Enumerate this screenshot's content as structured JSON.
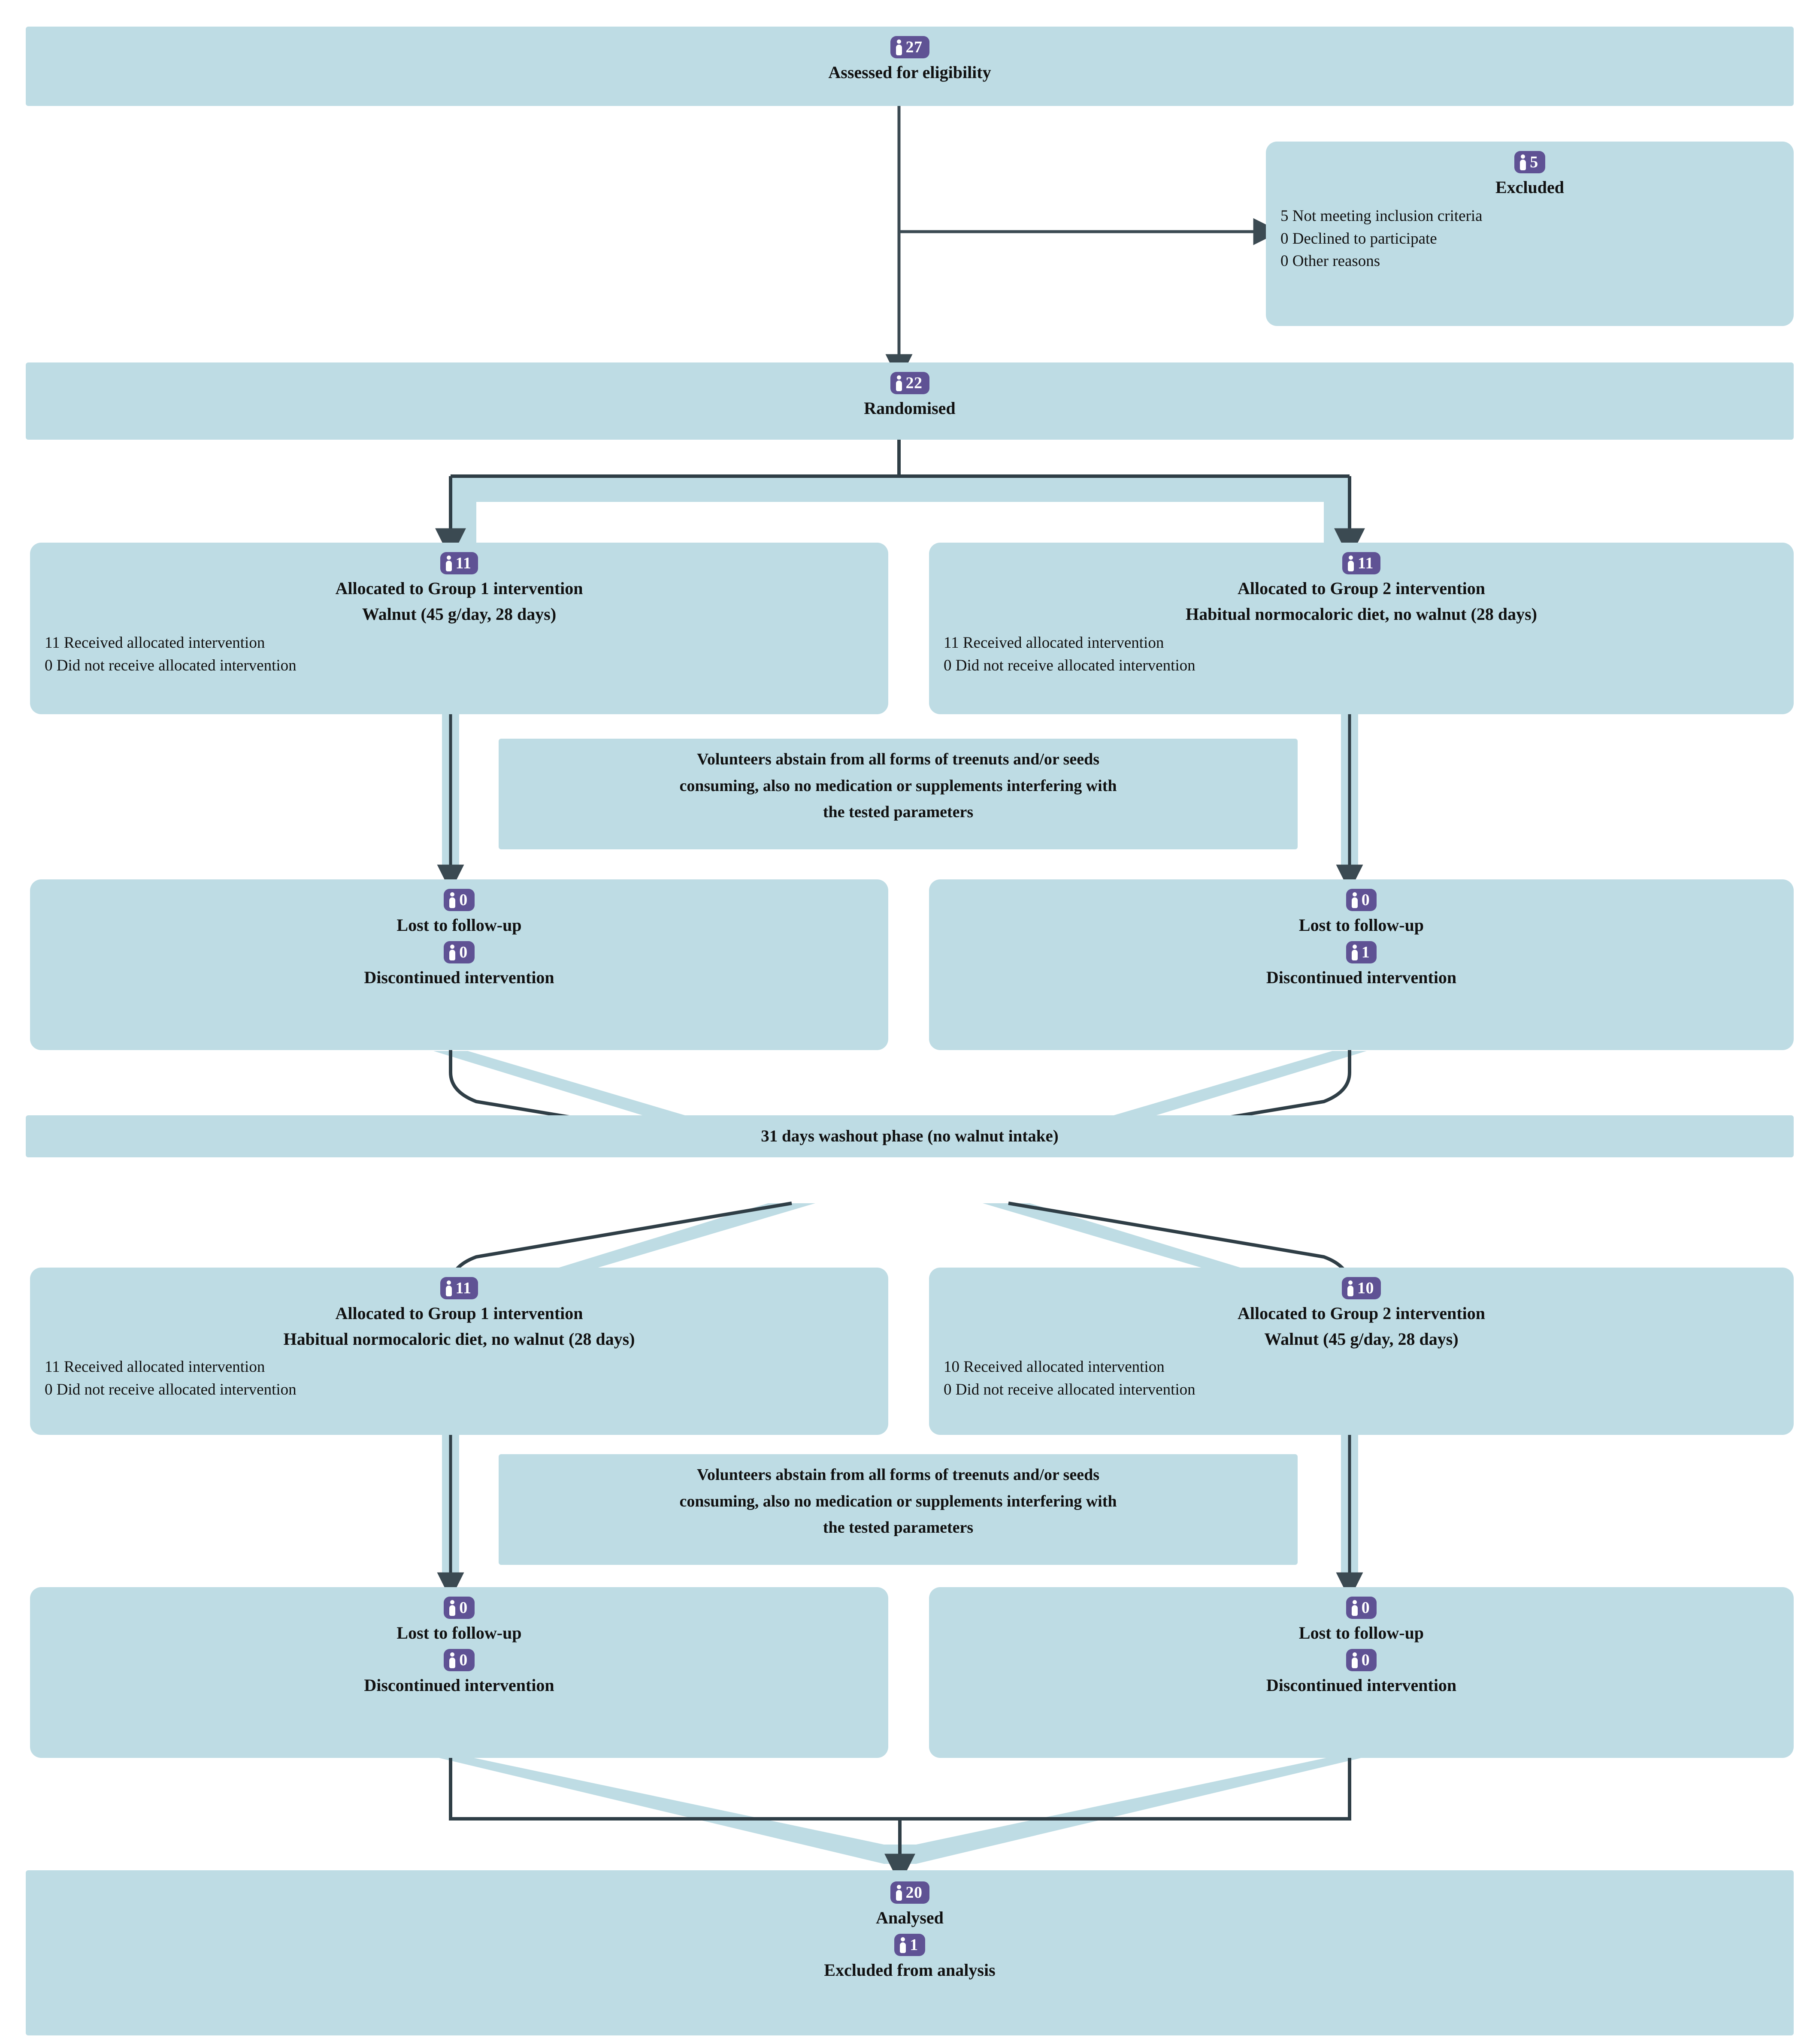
{
  "diagram": {
    "type": "consort-flow-diagram",
    "palette": {
      "box_fill": "#bedce4",
      "badge_fill": "#5f5294",
      "badge_text": "#ffffff",
      "text": "#111111",
      "connector": "#3b4a52",
      "connector_band": "#bedce4",
      "page_background": "#ffffff"
    },
    "icon_name": "person-icon"
  },
  "enrollment": {
    "assessed": {
      "count": "27",
      "label": "Assessed for eligibility"
    },
    "excluded": {
      "count": "5",
      "label": "Excluded",
      "reasons": [
        "5 Not meeting inclusion criteria",
        "0 Declined to participate",
        "0 Other reasons"
      ]
    },
    "randomised": {
      "count": "22",
      "label": "Randomised"
    }
  },
  "period1": {
    "left": {
      "count": "11",
      "title": "Allocated to Group 1 intervention",
      "subtitle": "Walnut (45 g/day, 28 days)",
      "lines": [
        "11 Received allocated intervention",
        "0 Did not receive allocated intervention"
      ]
    },
    "right": {
      "count": "11",
      "title": "Allocated to Group 2 intervention",
      "subtitle": "Habitual normocaloric diet, no walnut (28 days)",
      "lines": [
        "11 Received allocated intervention",
        "0 Did not receive allocated intervention"
      ]
    },
    "note": [
      "Volunteers abstain from all forms of treenuts and/or seeds",
      "consuming, also no medication or supplements interfering with",
      "the tested parameters"
    ],
    "followup_left": {
      "lost_count": "0",
      "lost_label": "Lost to follow-up",
      "discontinued_count": "0",
      "discontinued_label": "Discontinued intervention"
    },
    "followup_right": {
      "lost_count": "0",
      "lost_label": "Lost to follow-up",
      "discontinued_count": "1",
      "discontinued_label": "Discontinued intervention"
    }
  },
  "washout": {
    "label": "31 days washout phase (no walnut intake)"
  },
  "period2": {
    "left": {
      "count": "11",
      "title": "Allocated to Group 1 intervention",
      "subtitle": "Habitual normocaloric diet, no walnut (28 days)",
      "lines": [
        "11 Received allocated intervention",
        "0 Did not receive allocated intervention"
      ]
    },
    "right": {
      "count": "10",
      "title": "Allocated to Group 2 intervention",
      "subtitle": "Walnut (45 g/day, 28 days)",
      "lines": [
        "10 Received allocated intervention",
        "0 Did not receive allocated intervention"
      ]
    },
    "note": [
      "Volunteers abstain from all forms of treenuts and/or seeds",
      "consuming, also no medication or supplements interfering with",
      "the tested parameters"
    ],
    "followup_left": {
      "lost_count": "0",
      "lost_label": "Lost to follow-up",
      "discontinued_count": "0",
      "discontinued_label": "Discontinued intervention"
    },
    "followup_right": {
      "lost_count": "0",
      "lost_label": "Lost to follow-up",
      "discontinued_count": "0",
      "discontinued_label": "Discontinued intervention"
    }
  },
  "analysis": {
    "analysed_count": "20",
    "analysed_label": "Analysed",
    "excluded_count": "1",
    "excluded_label": "Excluded from analysis"
  }
}
